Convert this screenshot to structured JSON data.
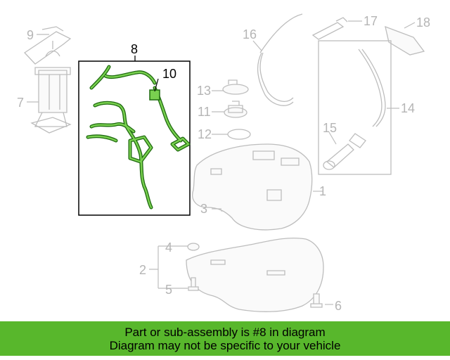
{
  "diagram": {
    "callouts": [
      "1",
      "2",
      "3",
      "4",
      "5",
      "6",
      "7",
      "8",
      "9",
      "10",
      "11",
      "12",
      "13",
      "14",
      "15",
      "16",
      "17",
      "18"
    ]
  },
  "banner": {
    "line1": "Part or sub-assembly is #8 in diagram",
    "line2": "Diagram may not be specific to your vehicle",
    "color": "#58b72c"
  },
  "highlight_color": "#79d04f"
}
